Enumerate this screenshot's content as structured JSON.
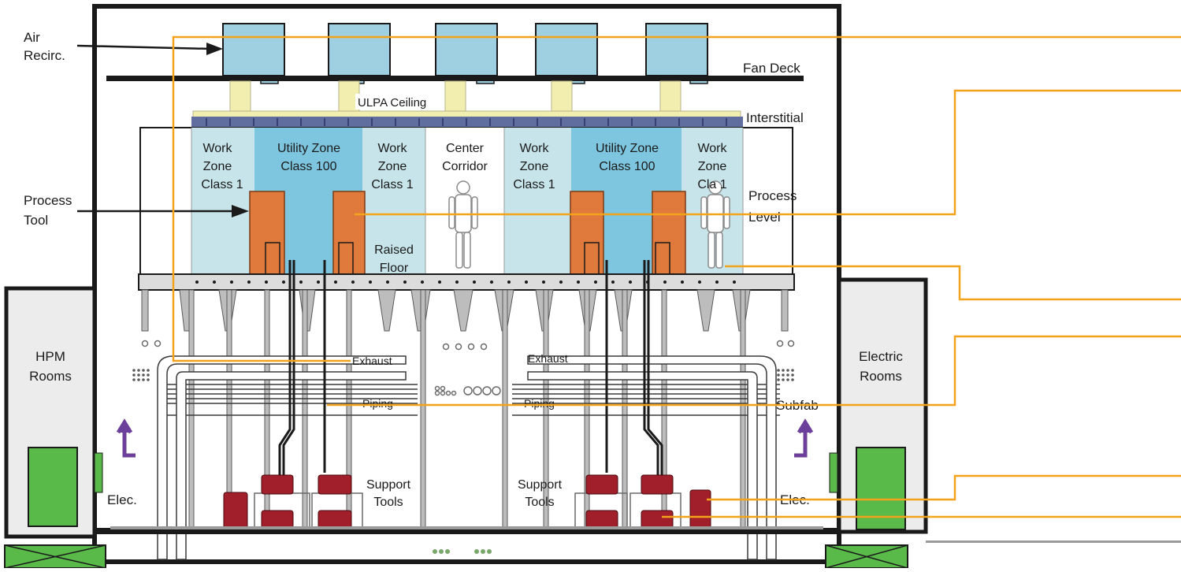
{
  "labels": {
    "air_recirc_1": "Air",
    "air_recirc_2": "Recirc.",
    "fan_deck": "Fan Deck",
    "ulpa_ceiling": "ULPA Ceiling",
    "interstitial": "Interstitial",
    "work_zone_a": [
      "Work",
      "Zone",
      "Class 1"
    ],
    "utility_zone_a": [
      "Utility Zone",
      "Class 100"
    ],
    "work_zone_b": [
      "Work",
      "Zone",
      "Class 1"
    ],
    "center_corridor": [
      "Center",
      "Corridor"
    ],
    "work_zone_c": [
      "Work",
      "Zone",
      "Class 1"
    ],
    "utility_zone_b": [
      "Utility Zone",
      "Class 100"
    ],
    "work_zone_d": [
      "Work",
      "Zone",
      "Cla  1"
    ],
    "process_level": [
      "Process",
      "Level"
    ],
    "process_tool": [
      "Process",
      "Tool"
    ],
    "raised_floor": [
      "Raised",
      "Floor"
    ],
    "hpm_rooms": [
      "HPM",
      "Rooms"
    ],
    "electric_rooms": [
      "Electric",
      "Rooms"
    ],
    "exhaust": "Exhaust",
    "piping": "Piping",
    "subfab": "Subfab",
    "support_tools": [
      "Support",
      "Tools"
    ],
    "elec": "Elec."
  },
  "colors": {
    "frame": "#1a1a1a",
    "fan_unit": "#9fd0e2",
    "duct": "#f1eeb0",
    "ceiling_bar": "#5f6e9e",
    "work_zone": "#c7e4ea",
    "utility_zone": "#7ec6df",
    "process_tool": "#df7a3c",
    "grey_structure": "#c7c7c7",
    "light_room": "#ececec",
    "green_box": "#59b949",
    "pump_red": "#a11f2a",
    "arrow_purple": "#6b3f9a",
    "callout": "#f2a21b"
  }
}
